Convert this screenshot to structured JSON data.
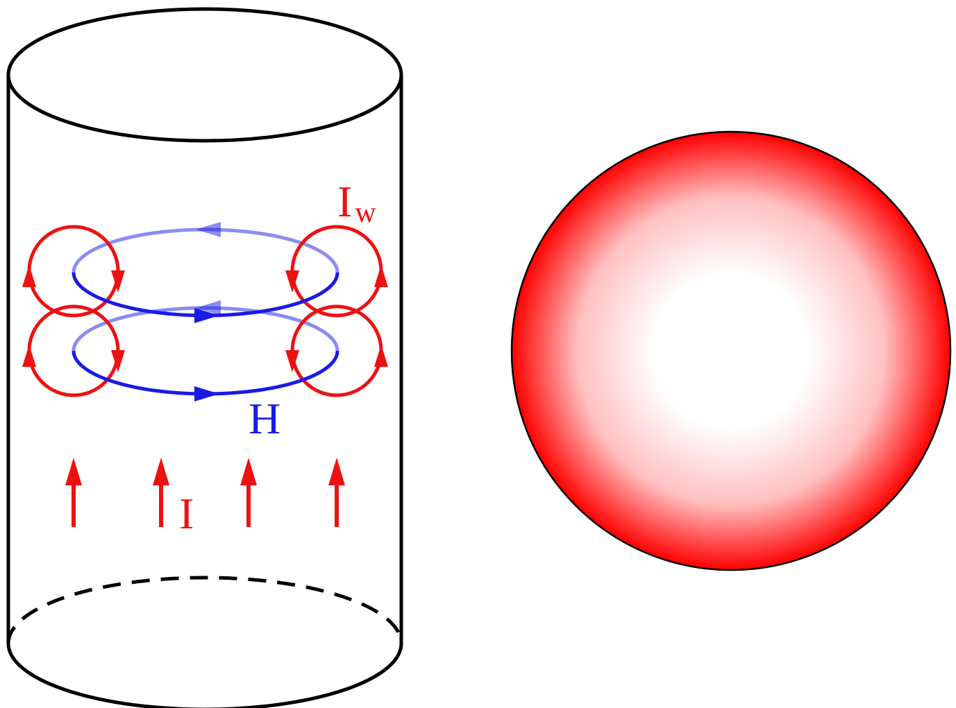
{
  "labels": {
    "vortex_current": "I",
    "vortex_current_sub": "w",
    "magnetic_field": "H",
    "current": "I"
  },
  "colors": {
    "outline": "#000000",
    "current": "#ee1111",
    "field": "#1a1ae6",
    "sphere_edge": "#ff0000",
    "sphere_center": "#ffffff"
  }
}
